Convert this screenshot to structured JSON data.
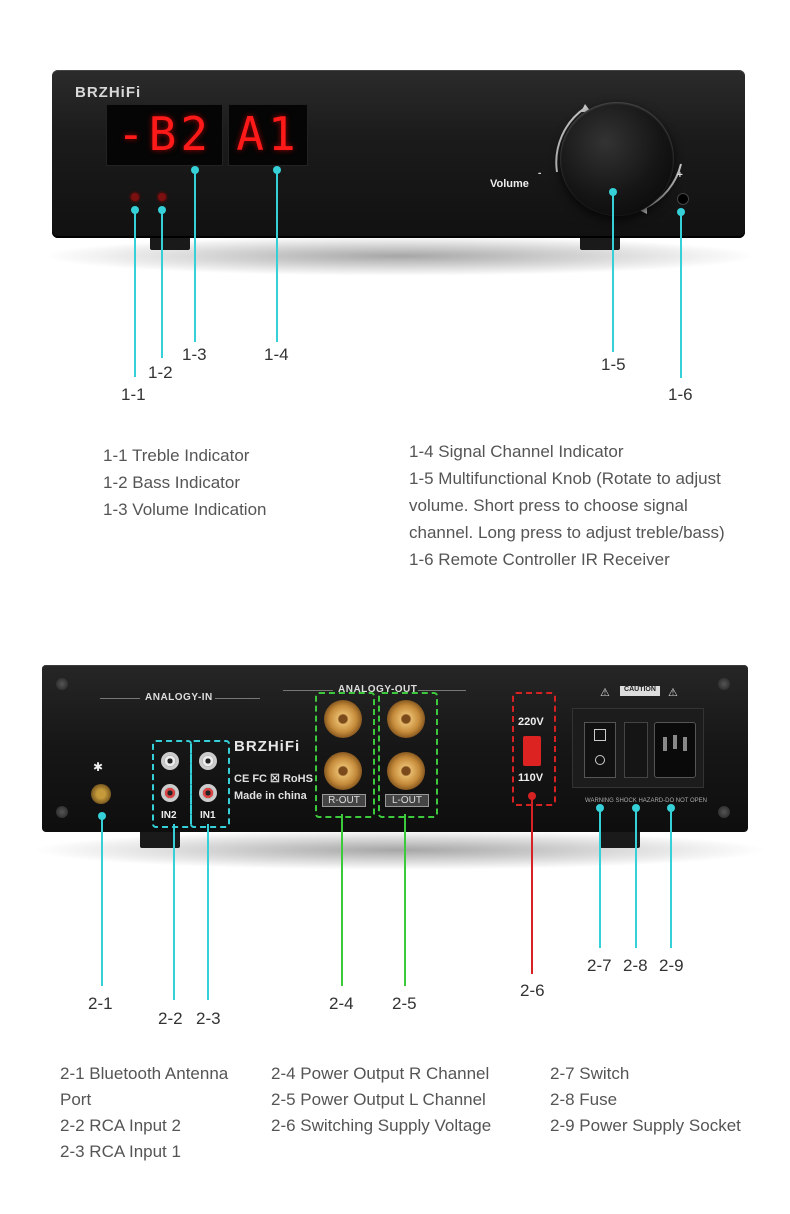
{
  "front": {
    "brand": "BRZHiFi",
    "display_left": "-B2",
    "display_right": "A1",
    "knob_label": "Volume",
    "minus_sign": "-",
    "plus_sign": "+",
    "callouts": {
      "c1_1": "1-1",
      "c1_2": "1-2",
      "c1_3": "1-3",
      "c1_4": "1-4",
      "c1_5": "1-5",
      "c1_6": "1-6"
    },
    "legend_left": [
      "1-1 Treble Indicator",
      "1-2 Bass Indicator",
      "1-3 Volume Indication"
    ],
    "legend_right": [
      "1-4 Signal Channel Indicator",
      "1-5 Multifunctional Knob (Rotate to adjust",
      "volume. Short press to choose signal",
      "channel. Long press to adjust treble/bass)",
      "1-6 Remote Controller IR Receiver"
    ]
  },
  "back": {
    "analogy_in": "ANALOGY-IN",
    "analogy_out": "ANALOGY-OUT",
    "brand": "BRZHiFi",
    "certs": "CE FC ☒ RoHS",
    "made_in": "Made in china",
    "in2": "IN2",
    "in1": "IN1",
    "r_out": "R-OUT",
    "l_out": "L-OUT",
    "v220": "220V",
    "v110": "110V",
    "caution": "CAUTION",
    "warning": "WARNING SHOCK HAZARD-DO NOT OPEN",
    "callouts": {
      "c2_1": "2-1",
      "c2_2": "2-2",
      "c2_3": "2-3",
      "c2_4": "2-4",
      "c2_5": "2-5",
      "c2_6": "2-6",
      "c2_7": "2-7",
      "c2_8": "2-8",
      "c2_9": "2-9"
    },
    "legend_col1": [
      "2-1 Bluetooth Antenna",
      "Port",
      "2-2 RCA Input 2",
      "2-3 RCA Input 1"
    ],
    "legend_col2": [
      "2-4 Power Output R Channel",
      "2-5 Power Output L Channel",
      "2-6 Switching Supply Voltage"
    ],
    "legend_col3": [
      "2-7 Switch",
      "2-8 Fuse",
      "2-9 Power Supply Socket"
    ]
  },
  "colors": {
    "callout_cyan": "#35d0d8",
    "callout_green": "#3cc93c",
    "callout_red": "#d62222",
    "display_red": "#ff1a1a"
  }
}
